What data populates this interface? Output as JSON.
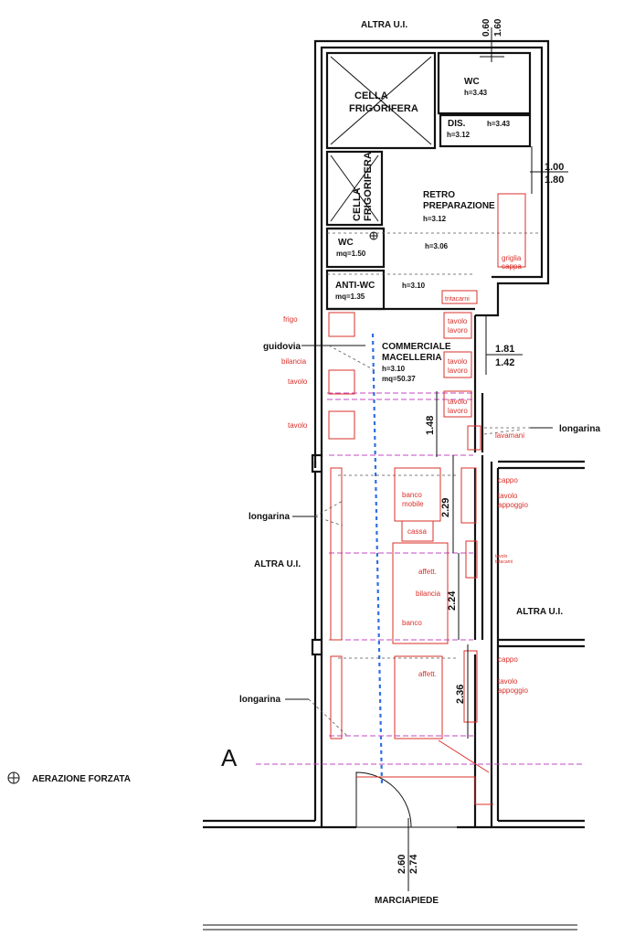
{
  "labels": {
    "altra_top": "ALTRA U.I.",
    "altra_left": "ALTRA U.I.",
    "altra_right": "ALTRA U.I.",
    "marciapiede": "MARCIAPIEDE",
    "section_a": "A",
    "legend": "AERAZIONE FORZATA"
  },
  "rooms": {
    "cella1_l1": "CELLA",
    "cella1_l2": "FRIGORIFERA",
    "cella2_l1": "CELLA",
    "cella2_l2": "FRIGORIFERA",
    "wc_top": "WC",
    "wc_top_h": "h=3.43",
    "dis": "DIS.",
    "dis_h": "h=3.12",
    "dis_h2": "h=3.43",
    "retro_l1": "RETRO",
    "retro_l2": "PREPARAZIONE",
    "retro_h": "h=3.12",
    "retro_h2": "h=3.06",
    "wc_small": "WC",
    "wc_small_mq": "mq=1.50",
    "antiwc": "ANTI-WC",
    "antiwc_mq": "mq=1.35",
    "corr_h": "h=3.10",
    "comm_l1": "COMMERCIALE",
    "comm_l2": "MACELLERIA",
    "comm_h": "h=3.10",
    "comm_mq": "mq=50.37"
  },
  "fixtures": {
    "frigo": "frigo",
    "bilancia_l": "bilancia",
    "tavolo_l1": "tavolo",
    "tavolo_l2": "tavolo",
    "tritacarni": "tritacarni",
    "tavolo_lavoro1_a": "tavolo",
    "tavolo_lavoro1_b": "lavoro",
    "tavolo_lavoro2_a": "tavolo",
    "tavolo_lavoro2_b": "lavoro",
    "tavolo_lavoro3_a": "tavolo",
    "tavolo_lavoro3_b": "lavoro",
    "lavamani": "lavamani",
    "griglia_a": "griglia",
    "griglia_b": "cappa",
    "banco_mobile_a": "banco",
    "banco_mobile_b": "mobile",
    "cassa": "cassa",
    "affett1": "affett.",
    "bilancia_c": "bilancia",
    "banco": "banco",
    "affett2": "affett.",
    "cappo1": "cappo",
    "tav_app1_a": "tavolo",
    "tav_app1_b": "appoggio",
    "tavolo_tritacarni_a": "tavolo",
    "tavolo_tritacarni_b": "tritacarni",
    "cappo2": "cappo",
    "tav_app2_a": "tavolo",
    "tav_app2_b": "appoggio"
  },
  "annotations": {
    "guidovia": "guidovia",
    "longarina1": "longarina",
    "longarina2": "longarina",
    "longarina3": "longarina"
  },
  "dims": {
    "d060": "0.60",
    "d160": "1.60",
    "d100": "1.00",
    "d180": "1.80",
    "d181": "1.81",
    "d142": "1.42",
    "d148": "1.48",
    "d229": "2.29",
    "d224": "2.24",
    "d236": "2.36",
    "d260": "2.60",
    "d274": "2.74"
  }
}
